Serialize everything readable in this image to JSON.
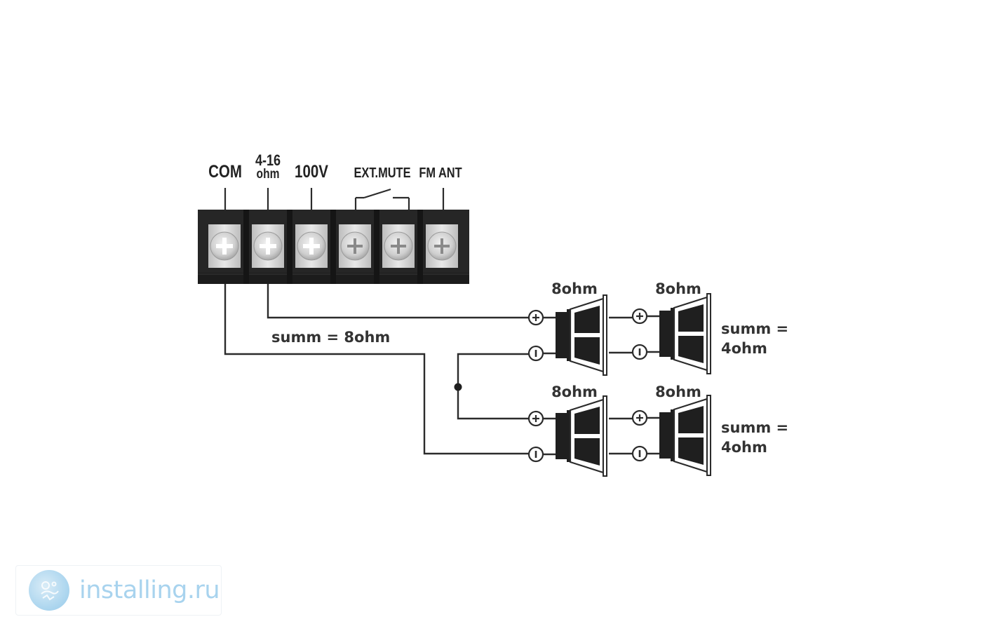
{
  "terminal_block": {
    "labels": {
      "com": "COM",
      "ohm_line1": "4-16",
      "ohm_line2": "ohm",
      "v100": "100V",
      "ext_mute": "EXT.MUTE",
      "fm_ant": "FM ANT"
    }
  },
  "wiring": {
    "total_label": "summ = 8ohm"
  },
  "speakers": {
    "top_left": "8ohm",
    "top_right": "8ohm",
    "bottom_left": "8ohm",
    "bottom_right": "8ohm"
  },
  "groups": {
    "top": {
      "line1": "summ =",
      "line2": "4ohm"
    },
    "bottom": {
      "line1": "summ =",
      "line2": "4ohm"
    }
  },
  "watermark": {
    "text": "installing.ru"
  },
  "colors": {
    "block": "#2a2a2a",
    "wire": "#2b2b2b",
    "text": "#333333",
    "watermark": "#a8d3ee"
  }
}
